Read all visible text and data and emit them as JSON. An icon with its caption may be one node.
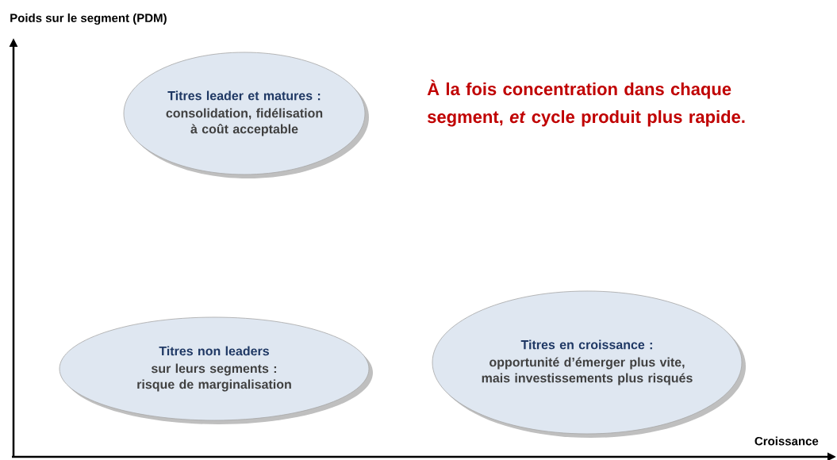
{
  "diagram": {
    "nodes": [
      {
        "text": [
          "Titres leader et matures :",
          "consolidation, fidélisation à coût acceptable"
        ]
      },
      {
        "text": [
          "Titres non leaders",
          "sur leurs segments : risque de marginalisation"
        ]
      },
      {
        "text": [
          "Titres en croissance :",
          "opportunité d’émerger plus vite, mais investissements plus risqués"
        ]
      }
    ],
    "labels": [
      "Poids sur le segment (PDM)",
      "À la fois concentration dans chaque segment, *et* cycle produit plus rapide.",
      "Croissance"
    ]
  }
}
